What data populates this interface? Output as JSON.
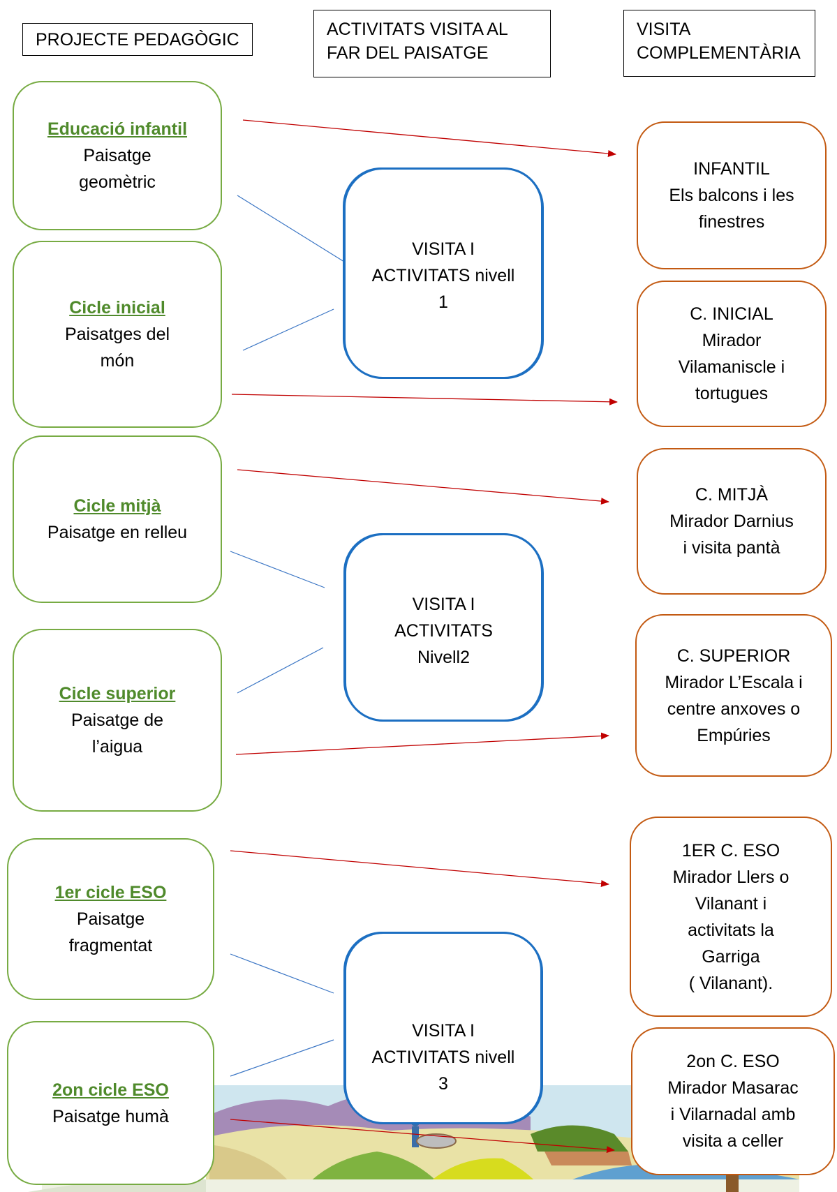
{
  "headers": {
    "pedagogic": "PROJECTE PEDAGÒGIC",
    "activitats": "ACTIVITATS VISITA AL FAR DEL PAISATGE",
    "complementaria": "VISITA COMPLEMENTÀRIA"
  },
  "stages": [
    {
      "title": "Educació infantil",
      "subtitle": "Paisatge geomètric"
    },
    {
      "title": "Cicle inicial",
      "subtitle": "Paisatges del món"
    },
    {
      "title": "Cicle mitjà",
      "subtitle": "Paisatge en relleu"
    },
    {
      "title": "Cicle superior",
      "subtitle": "Paisatge de l’aigua"
    },
    {
      "title": "1er cicle ESO",
      "subtitle": "Paisatge fragmentat"
    },
    {
      "title": "2on cicle ESO",
      "subtitle": "Paisatge humà"
    }
  ],
  "activities": [
    {
      "text": "VISITA  I\nACTIVITATS nivell\n1"
    },
    {
      "text": "VISITA  I\nACTIVITATS\nNivell2"
    },
    {
      "text": "VISITA  I\nACTIVITATS nivell\n3"
    }
  ],
  "visits": [
    {
      "text": "INFANTIL\nEls balcons i les\nfinestres"
    },
    {
      "text": "C. INICIAL\nMirador\nVilamaniscle i\ntortugues"
    },
    {
      "text": "C. MITJÀ\nMirador Darnius\ni  visita pantà"
    },
    {
      "text": "C. SUPERIOR\nMirador L’Escala i\ncentre anxoves o\nEmpúries"
    },
    {
      "text": "1ER C. ESO\nMirador Llers o\nVilanant i\nactivitats la\nGarriga\n( Vilanant)."
    },
    {
      "text": "2on C. ESO\nMirador Masarac\ni Vilarnadal amb\nvisita a celler"
    }
  ],
  "colors": {
    "stage_border": "#77ab43",
    "stage_title": "#4f8a2b",
    "visit_border": "#c35a12",
    "activity_border": "#1c6fc2",
    "arrow": "#c00000",
    "connector": "#3a75c4"
  }
}
